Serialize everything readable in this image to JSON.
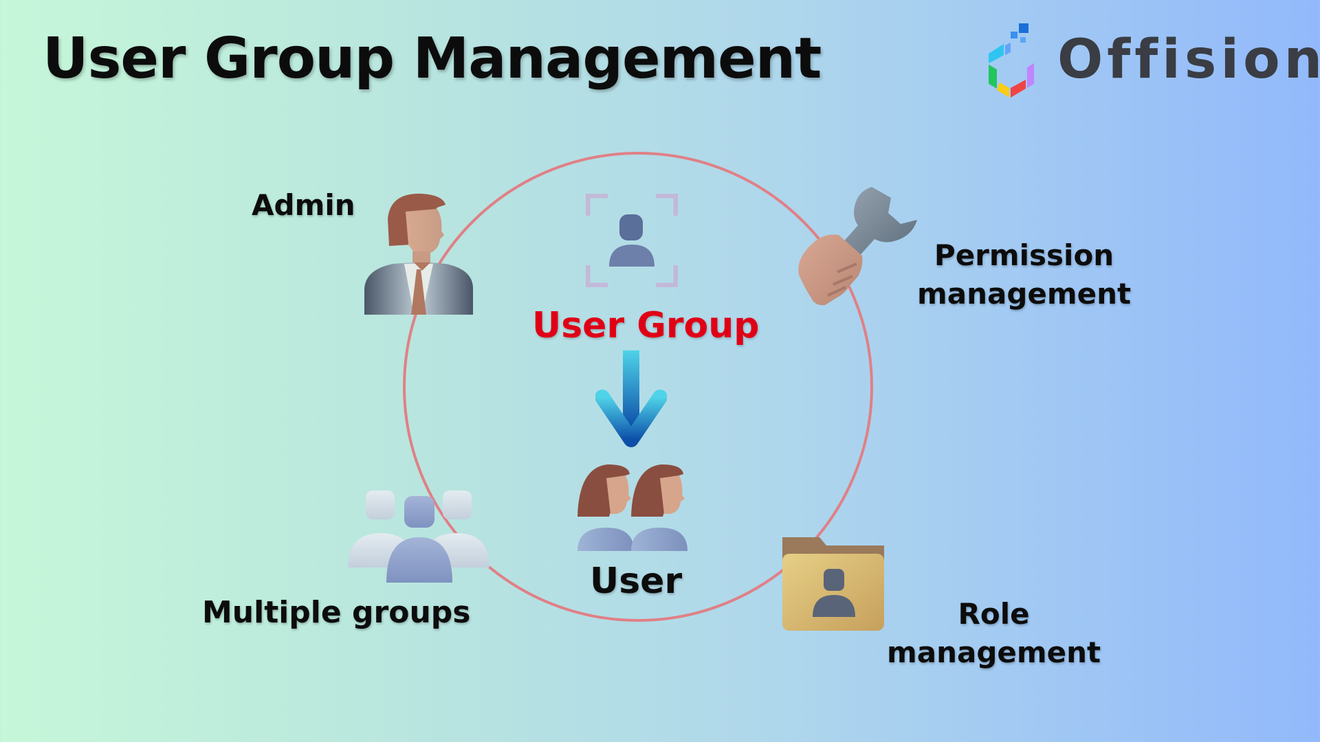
{
  "title": "User Group Management",
  "brand": {
    "name": "Offision"
  },
  "center": {
    "group_label": "User Group",
    "user_label": "User",
    "group_label_color": "#e00016"
  },
  "nodes": {
    "admin": "Admin",
    "permission_line1": "Permission",
    "permission_line2": "management",
    "multiple_groups": "Multiple groups",
    "role_line1": "Role",
    "role_line2": "management"
  },
  "colors": {
    "ring": "#e08086",
    "arrow_top": "#4fd3e8",
    "arrow_bottom": "#0d4fa8"
  },
  "icons": [
    "admin-icon",
    "user-group-icon",
    "arrow-down-icon",
    "users-icon",
    "wrench-icon",
    "multiple-groups-icon",
    "role-folder-icon",
    "offision-logo-icon"
  ]
}
